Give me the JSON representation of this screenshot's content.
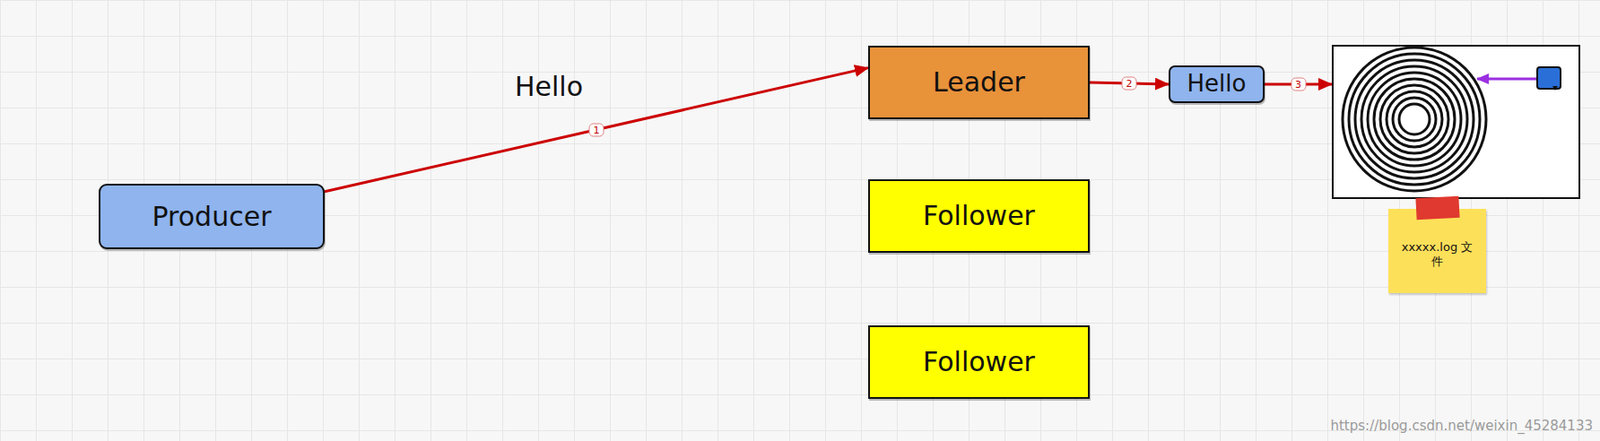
{
  "diagram": {
    "nodes": [
      {
        "text": [
          "Producer"
        ]
      },
      {
        "text": [
          "Leader"
        ]
      },
      {
        "text": [
          "Follower"
        ]
      },
      {
        "text": [
          "Follower"
        ]
      },
      {
        "text": [
          "Hello"
        ]
      },
      {
        "text": [
          "xxxxx.log 文件"
        ]
      }
    ],
    "edges": [
      {
        "from": 0,
        "to": 1,
        "arrow": "to",
        "label": "1"
      },
      {
        "from": 1,
        "to": 4,
        "arrow": "to",
        "label": "2"
      },
      {
        "from": 4,
        "to": 5,
        "arrow": "to",
        "label": "3"
      }
    ],
    "labels": [
      "Hello",
      "https://blog.csdn.net/weixin_45284133"
    ]
  }
}
